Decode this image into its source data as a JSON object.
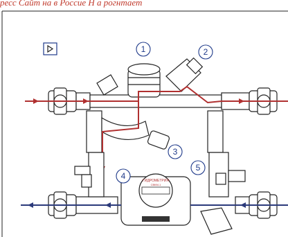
{
  "header": {
    "text": "ресс Сайт на в Россие Н а рогнтает"
  },
  "markers": {
    "m1": "1",
    "m2": "2",
    "m3": "3",
    "m4": "4",
    "m5": "5"
  },
  "meter": {
    "dial_text": "ГИДРОМЕТРИЯ",
    "sub_text": "СВКМ-1"
  },
  "colors": {
    "hot_line": "#b03030",
    "cold_line": "#2b3a7a",
    "outline": "#222222",
    "label": "#1f3a8a"
  },
  "icons": {
    "play": "play-icon"
  }
}
